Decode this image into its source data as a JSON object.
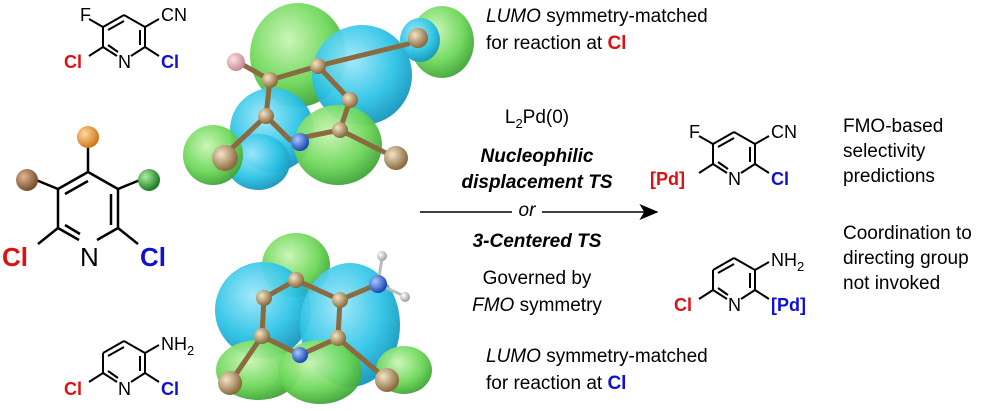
{
  "colors": {
    "red_label": "#e01010",
    "blue_label": "#1010d0",
    "lobe_blue": "#2ec4e6",
    "lobe_green": "#6ed85a",
    "carbon_atom": "#b89a6c",
    "nitrogen_atom": "#2a6ee0",
    "substituent_orange": "#f0a040",
    "substituent_brown": "#a0704a",
    "substituent_green": "#3aa040"
  },
  "molecules": {
    "top_left": {
      "F": "F",
      "CN": "CN",
      "N": "N",
      "Cl_left": "Cl",
      "Cl_right": "Cl"
    },
    "middle_left": {
      "N": "N",
      "Cl_left": "Cl",
      "Cl_right": "Cl"
    },
    "bottom_left": {
      "NH2": "NH",
      "NH2_sub": "2",
      "N": "N",
      "Cl_left": "Cl",
      "Cl_right": "Cl"
    },
    "product_top": {
      "F": "F",
      "CN": "CN",
      "N": "N",
      "Pd": "[Pd]",
      "Cl": "Cl"
    },
    "product_bottom": {
      "NH2": "NH",
      "NH2_sub": "2",
      "N": "N",
      "Cl": "Cl",
      "Pd": "[Pd]"
    }
  },
  "captions": {
    "top_line1": "symmetry-matched",
    "top_lumo": "LUMO",
    "top_line2": "for reaction at",
    "top_cl": "Cl",
    "bottom_line1": "symmetry-matched",
    "bottom_lumo": "LUMO",
    "bottom_line2": "for reaction at",
    "bottom_cl": "Cl"
  },
  "conditions": {
    "catalyst_main": "L",
    "catalyst_sub": "2",
    "catalyst_rest": "Pd(0)",
    "ts1_line1": "Nucleophilic",
    "ts1_line2": "displacement TS",
    "or": "or",
    "ts2": "3-Centered TS",
    "governed_line1": "Governed by",
    "governed_fmo": "FMO",
    "governed_rest": "symmetry"
  },
  "notes": {
    "fmo_line1": "FMO-based",
    "fmo_line2": "selectivity",
    "fmo_line3": "predictions",
    "coord_line1": "Coordination to",
    "coord_line2": "directing group",
    "coord_line3": "not invoked"
  }
}
